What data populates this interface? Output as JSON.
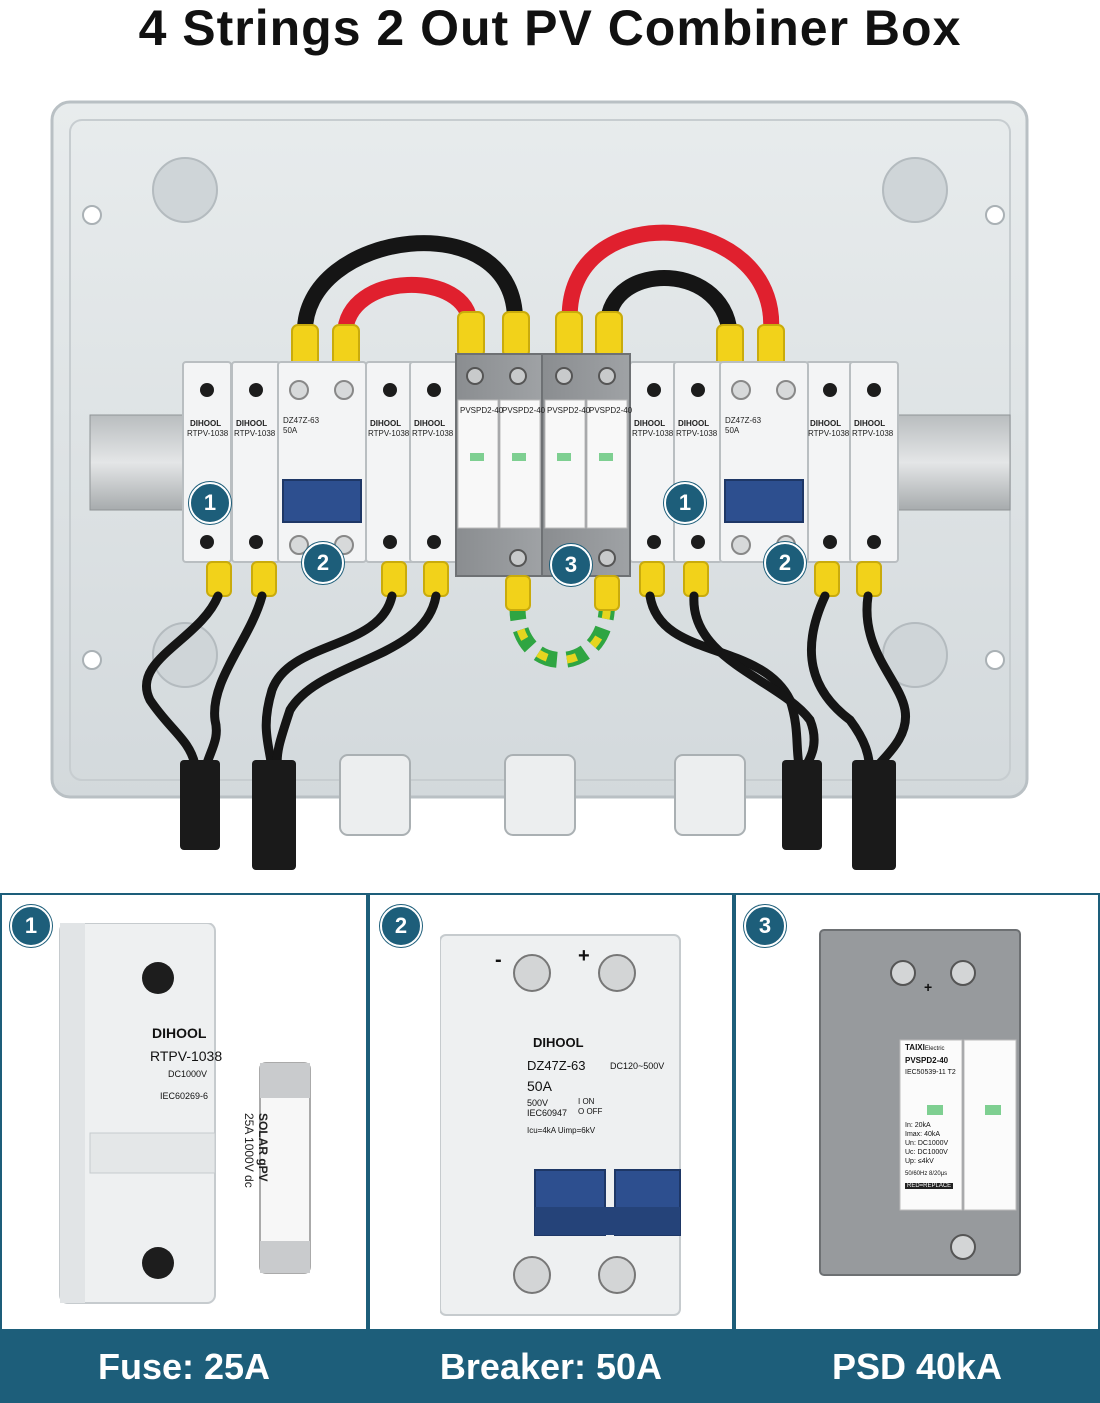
{
  "title": "4 Strings  2 Out  PV  Combiner Box",
  "colors": {
    "accent": "#1d5e7a",
    "wire_red": "#e0202e",
    "wire_black": "#151515",
    "ferrule_yellow": "#f2d21a",
    "enclosure": "#dde3e6"
  },
  "box": {
    "brand": "DIHOOL",
    "fuse_model": "RTPV-1038",
    "fuse_rating": "DC1000V",
    "fuse_standard": "IEC60269-6",
    "breaker_model": "DZ47Z-63",
    "breaker_current": "50A",
    "spd_model": "PVSPD2-40",
    "badges": [
      "1",
      "2",
      "3"
    ]
  },
  "panels": [
    {
      "badge": "1",
      "caption": "Fuse: 25A",
      "brand": "DIHOOL",
      "model": "RTPV-1038",
      "rating": "DC1000V",
      "standard": "IEC60269-6",
      "fuse_text_1": "SOLAR gPV",
      "fuse_text_2": "25A   1000V dc"
    },
    {
      "badge": "2",
      "caption": "Breaker: 50A",
      "brand": "DIHOOL",
      "model": "DZ47Z-63",
      "current": "50A",
      "voltage": "500V",
      "standard": "IEC60947",
      "dc_range": "DC120~500V",
      "icu": "Icu=4kA  Uimp=6kV",
      "minus": "-",
      "plus": "+",
      "on": "I ON",
      "off": "O OFF"
    },
    {
      "badge": "3",
      "caption": "PSD 40kA",
      "brand": "TAIXI",
      "brand_suffix": "Electric",
      "model": "PVSPD2-40",
      "standard": "IEC50539-11",
      "class": "T2",
      "spec_labels": [
        "In:",
        "Imax:",
        "Un:",
        "Uc:",
        "Up:"
      ],
      "spec_values": [
        "20kA",
        "40kA",
        "DC1000V",
        "DC1000V",
        "≤4kV"
      ],
      "freq": "50/60Hz  8/20μs",
      "replace": "RED=REPLACE",
      "plus": "+"
    }
  ]
}
